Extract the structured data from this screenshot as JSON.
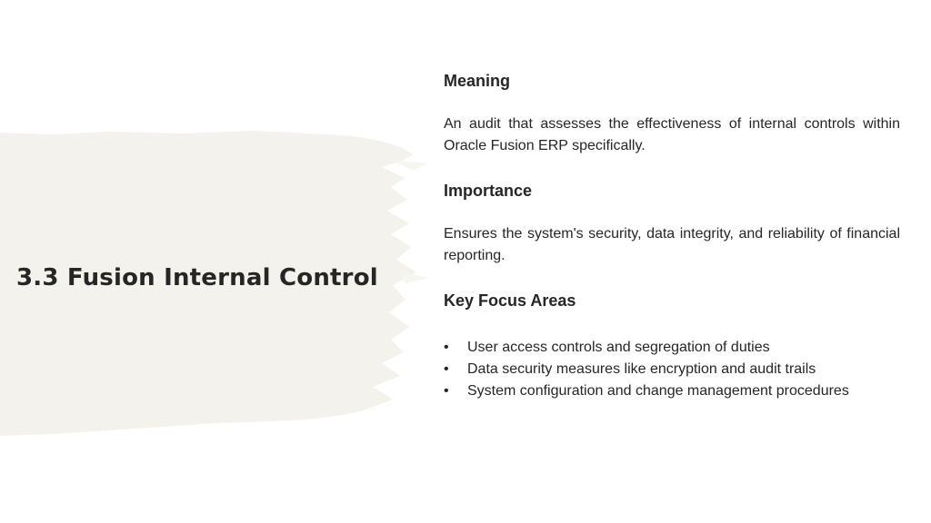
{
  "slide": {
    "title": "3.3 Fusion Internal Control",
    "background_color": "#ffffff",
    "brush_color": "#f3f2ec",
    "text_color": "#262626"
  },
  "sections": {
    "meaning": {
      "heading": "Meaning",
      "body": "An audit that assesses the effectiveness of internal controls within Oracle Fusion ERP specifically."
    },
    "importance": {
      "heading": "Importance",
      "body": "Ensures the system's security, data integrity, and reliability of financial reporting."
    },
    "focus": {
      "heading": "Key Focus Areas",
      "bullet_symbol": "•",
      "items": [
        "User access controls and segregation of duties",
        "Data security measures like encryption and audit trails",
        "System configuration and change management procedures"
      ]
    }
  }
}
